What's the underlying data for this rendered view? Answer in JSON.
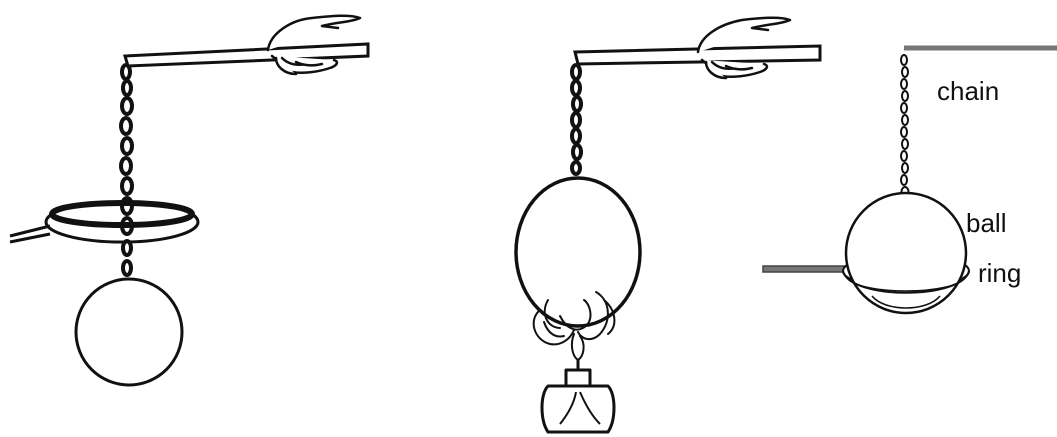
{
  "labels": {
    "chain": "chain",
    "ball": "ball",
    "ring": "ring"
  },
  "colors": {
    "ink": "#111111",
    "background": "#ffffff",
    "rod_gray": "#777777"
  },
  "panels": [
    {
      "name": "ball-hanging-below-ring",
      "items": [
        "hand",
        "rod",
        "chain",
        "ring",
        "ball"
      ]
    },
    {
      "name": "ball-heated-by-burner",
      "items": [
        "hand",
        "rod",
        "chain",
        "ball",
        "flame",
        "burner"
      ]
    },
    {
      "name": "labeled-ball-resting-on-ring",
      "items": [
        "rod",
        "chain",
        "ball",
        "ring"
      ]
    }
  ],
  "icons": [
    "hand-icon",
    "burner-icon",
    "flame-icon"
  ]
}
